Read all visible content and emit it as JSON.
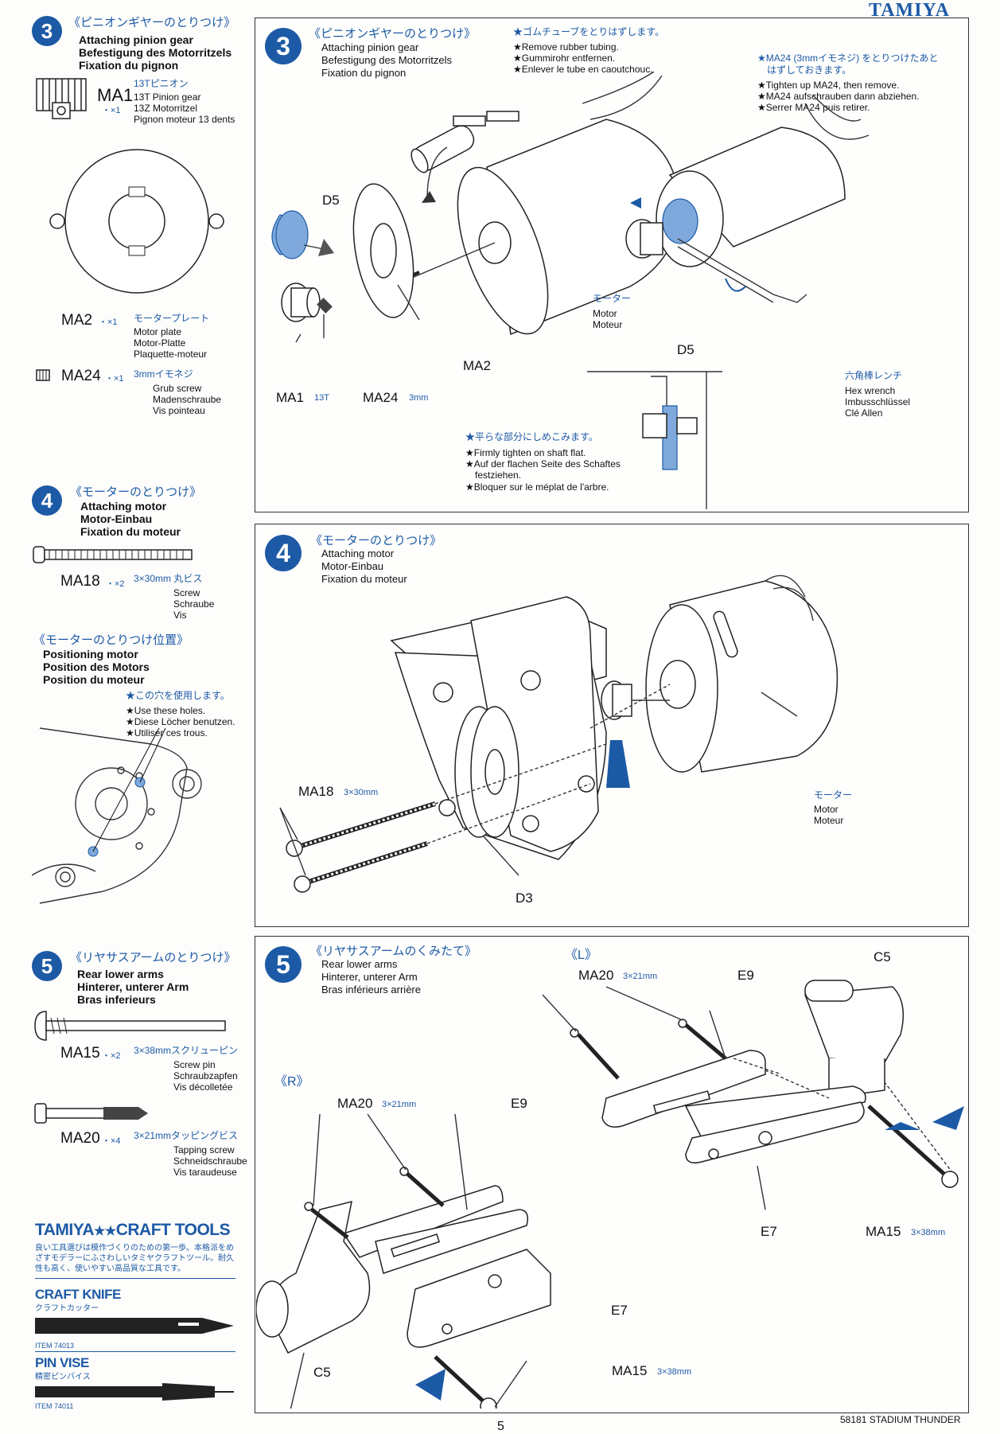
{
  "brand": "TAMIYA",
  "colors": {
    "accent": "#1d5aa6",
    "light_blue": "#7fa9dc"
  },
  "left": {
    "step3": {
      "num": "3",
      "jp": "《ピニオンギヤーのとりつけ》",
      "en": "Attaching pinion gear",
      "de": "Befestigung des Motorritzels",
      "fr": "Fixation du pignon",
      "ma1": {
        "code": "MA1",
        "qty": "・×1",
        "jp": "13Tピニオン",
        "en": "13T Pinion gear",
        "de": "13Z Motorritzel",
        "fr": "Pignon moteur 13 dents"
      },
      "ma2": {
        "code": "MA2",
        "qty": "・×1",
        "jp": "モータープレート",
        "en": "Motor plate",
        "de": "Motor-Platte",
        "fr": "Plaquette-moteur"
      },
      "ma24": {
        "code": "MA24",
        "qty": "・×1",
        "jp": "3mmイモネジ",
        "en": "Grub screw",
        "de": "Madenschraube",
        "fr": "Vis pointeau"
      }
    },
    "step4": {
      "num": "4",
      "jp": "《モーターのとりつけ》",
      "en": "Attaching motor",
      "de": "Motor-Einbau",
      "fr": "Fixation du moteur",
      "ma18": {
        "code": "MA18",
        "qty": "・×2",
        "jp": "3×30mm 丸ビス",
        "en": "Screw",
        "de": "Schraube",
        "fr": "Vis"
      },
      "pos_jp": "《モーターのとりつけ位置》",
      "pos_en": "Positioning motor",
      "pos_de": "Position des Motors",
      "pos_fr": "Position du moteur",
      "hole_jp": "★この穴を使用します。",
      "hole_en": "★Use these holes.",
      "hole_de": "★Diese Löcher benutzen.",
      "hole_fr": "★Utiliser ces trous."
    },
    "step5": {
      "num": "5",
      "jp": "《リヤサスアームのとりつけ》",
      "en": "Rear lower arms",
      "de": "Hinterer, unterer Arm",
      "fr": "Bras inferieurs",
      "ma15": {
        "code": "MA15",
        "qty": "・×2",
        "jp": "3×38mmスクリューピン",
        "en": "Screw pin",
        "de": "Schraubzapfen",
        "fr": "Vis décolletée"
      },
      "ma20": {
        "code": "MA20",
        "qty": "・×4",
        "jp": "3×21mmタッピングビス",
        "en": "Tapping screw",
        "de": "Schneidschraube",
        "fr": "Vis taraudeuse"
      }
    },
    "craft": {
      "title": "TAMIYA",
      "title2": "CRAFT TOOLS",
      "desc": "良い工具選びは模作づくりのための第一歩。本格派をめざすモデラーにふさわしいタミヤクラフトツール。耐久性も高く、使いやすい高品質な工具です。",
      "knife_en": "CRAFT KNIFE",
      "knife_jp": "クラフトカッター",
      "knife_item": "ITEM 74013",
      "vise_en": "PIN VISE",
      "vise_jp": "精密ピンバイス",
      "vise_item": "ITEM 74011"
    }
  },
  "panel3": {
    "num": "3",
    "jp": "《ピニオンギヤーのとりつけ》",
    "en": "Attaching pinion gear",
    "de": "Befestigung des Motorritzels",
    "fr": "Fixation du pignon",
    "rubber_jp": "★ゴムチューブをとりはずします。",
    "rubber_en": "★Remove rubber tubing.",
    "rubber_de": "★Gummirohr entfernen.",
    "rubber_fr": "★Enlever le tube en caoutchouc.",
    "ma24_jp1": "★MA24 (3mmイモネジ) をとりつけたあと",
    "ma24_jp2": "はずしておきます。",
    "ma24_en": "★Tighten up MA24, then remove.",
    "ma24_de": "★MA24 aufschrauben dann abziehen.",
    "ma24_fr": "★Serrer MA24 puis retirer.",
    "d5": "D5",
    "d5b": "D5",
    "ma2": "MA2",
    "ma1": "MA1",
    "ma1_note": "13T",
    "ma24": "MA24",
    "ma24_note": "3mm",
    "motor_jp": "モーター",
    "motor_en": "Motor",
    "motor_fr": "Moteur",
    "hex_jp": "六角棒レンチ",
    "hex_en": "Hex wrench",
    "hex_de": "Imbusschlüssel",
    "hex_fr": "Clé Allen",
    "flat_jp": "★平らな部分にしめこみます。",
    "flat_en": "★Firmly tighten on shaft flat.",
    "flat_de1": "★Auf der flachen Seite des Schaftes",
    "flat_de2": "festziehen.",
    "flat_fr": "★Bloquer sur le méplat de l'arbre."
  },
  "panel4": {
    "num": "4",
    "jp": "《モーターのとりつけ》",
    "en": "Attaching motor",
    "de": "Motor-Einbau",
    "fr": "Fixation du moteur",
    "ma18": "MA18",
    "ma18_note": "3×30mm",
    "d3": "D3",
    "motor_jp": "モーター",
    "motor_en": "Motor",
    "motor_fr": "Moteur"
  },
  "panel5": {
    "num": "5",
    "jp": "《リヤサスアームのくみたて》",
    "en": "Rear lower arms",
    "de": "Hinterer, unterer Arm",
    "fr": "Bras inférieurs arrière",
    "L": "《L》",
    "R": "《R》",
    "ma20_l": "MA20",
    "ma20_l_note": "3×21mm",
    "e9_l": "E9",
    "c5_l": "C5",
    "e7_l": "E7",
    "ma15_l": "MA15",
    "ma15_l_note": "3×38mm",
    "ma20_r": "MA20",
    "ma20_r_note": "3×21mm",
    "e9_r": "E9",
    "e7_r": "E7",
    "c5_r": "C5",
    "ma15_r": "MA15",
    "ma15_r_note": "3×38mm"
  },
  "footer": {
    "product": "58181 STADIUM THUNDER",
    "page": "5"
  }
}
